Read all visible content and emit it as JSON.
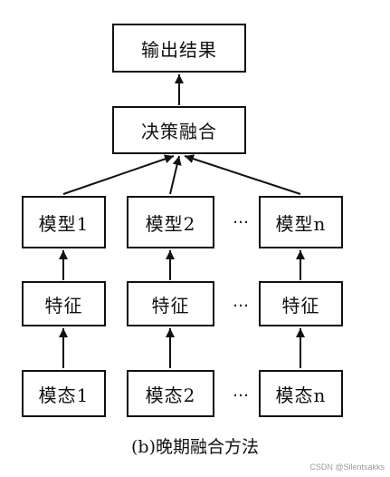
{
  "top": {
    "output": "输出结果",
    "fusion": "决策融合"
  },
  "columns": [
    {
      "model": "模型1",
      "feature": "特征",
      "modality": "模态1"
    },
    {
      "model": "模型2",
      "feature": "特征",
      "modality": "模态2"
    },
    {
      "model": "模型n",
      "feature": "特征",
      "modality": "模态n"
    }
  ],
  "ellipsis": "…",
  "caption": "(b)晚期融合方法",
  "watermark": "CSDN @Silentsakks"
}
